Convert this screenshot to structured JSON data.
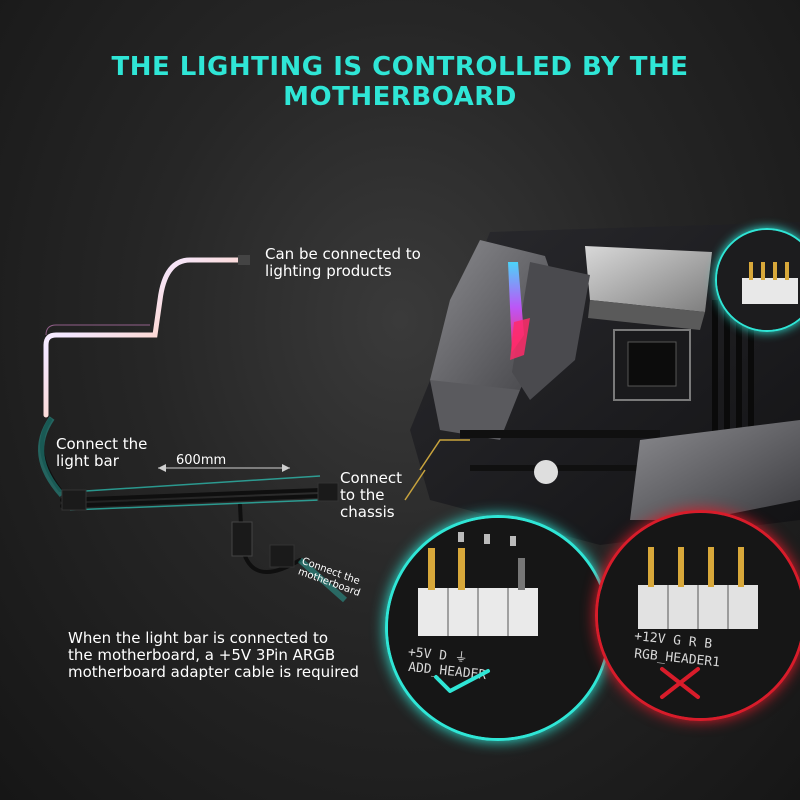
{
  "headline": "THE LIGHTING IS CONTROLLED BY THE MOTHERBOARD",
  "labels": {
    "lighting_products": "Can be connected to\nlighting products",
    "light_bar": "Connect the\nlight bar",
    "length": "600mm",
    "chassis": "Connect\nto the\nchassis",
    "motherboard_cable": "Connect the\nmotherboard",
    "note": "When the light bar is connected to\nthe motherboard, a +5V 3Pin ARGB\nmotherboard adapter cable is required"
  },
  "headers": {
    "good": {
      "pins": "+5V  D    ⏚",
      "name": "ADD_HEADER"
    },
    "bad": {
      "pins": "+12V G  R  B",
      "name": "RGB_HEADER1"
    }
  },
  "colors": {
    "accent": "#2fe6d6",
    "error": "#d81c2a",
    "background": "#262626"
  }
}
